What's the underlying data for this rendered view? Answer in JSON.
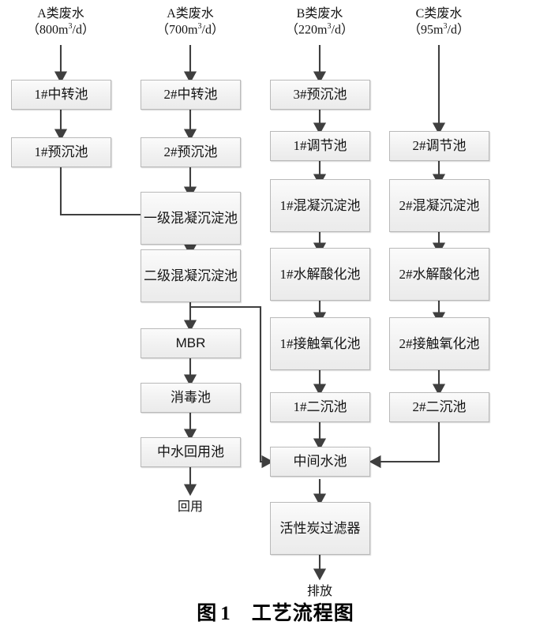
{
  "figure": {
    "caption_prefix": "图",
    "caption_number": "1",
    "caption_title": "工艺流程图"
  },
  "sources": [
    {
      "name": "source-a1",
      "line1": "A类废水",
      "value": "800",
      "unit_pre": "（",
      "unit": "m",
      "exp": "3",
      "unit_post": "/d）"
    },
    {
      "name": "source-a2",
      "line1": "A类废水",
      "value": "700",
      "unit_pre": "（",
      "unit": "m",
      "exp": "3",
      "unit_post": "/d）"
    },
    {
      "name": "source-b",
      "line1": "B类废水",
      "value": "220",
      "unit_pre": "（",
      "unit": "m",
      "exp": "3",
      "unit_post": "/d）"
    },
    {
      "name": "source-c",
      "line1": "C类废水",
      "value": "95",
      "unit_pre": "（",
      "unit": "m",
      "exp": "3",
      "unit_post": "/d）"
    }
  ],
  "nodes": {
    "n1": "1#中转池",
    "n2": "1#预沉池",
    "n3": "2#中转池",
    "n4": "2#预沉池",
    "n5": "一级混凝沉淀池",
    "n6": "二级混凝沉淀池",
    "n7": "MBR",
    "n8": "消毒池",
    "n9": "中水回用池",
    "n10": "3#预沉池",
    "n11": "1#调节池",
    "n12": "1#混凝沉淀池",
    "n13": "1#水解酸化池",
    "n14": "1#接触氧化池",
    "n15": "1#二沉池",
    "n16": "2#调节池",
    "n17": "2#混凝沉淀池",
    "n18": "2#水解酸化池",
    "n19": "2#接触氧化池",
    "n20": "2#二沉池",
    "n21": "中间水池",
    "n22": "活性炭过滤器"
  },
  "outputs": {
    "reuse": "回用",
    "discharge": "排放"
  },
  "style": {
    "line_color": "#3f3f3f",
    "box_fill": "#f1f1f1",
    "box_border": "#b9b9b9",
    "text_color": "#141414"
  }
}
